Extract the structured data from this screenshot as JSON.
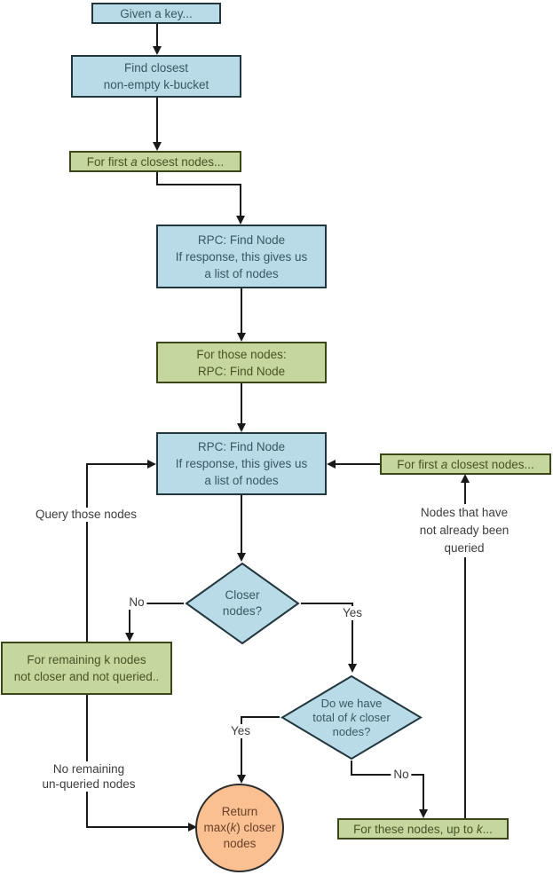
{
  "colors": {
    "blue_fill": "#b8dbe7",
    "green_fill": "#c5d79e",
    "orange_fill": "#fac091",
    "connector": "#1a1a1a"
  },
  "nodes": {
    "given_key": {
      "text": "Given a key..."
    },
    "find_bucket": {
      "line1": "Find closest",
      "line2": "non-empty k-bucket"
    },
    "for_first_top": {
      "pre": "For first ",
      "alpha": "a",
      "post": " closest nodes..."
    },
    "rpc1": {
      "line1": "RPC: Find Node",
      "line2": "If response, this gives us",
      "line3": "a list of nodes"
    },
    "for_those": {
      "line1": "For those nodes:",
      "line2": "RPC: Find Node"
    },
    "rpc2": {
      "line1": "RPC: Find Node",
      "line2": "If response, this gives us",
      "line3": "a list of nodes"
    },
    "for_first_right": {
      "pre": "For first ",
      "alpha": "a",
      "post": " closest nodes..."
    },
    "closer": {
      "line1": "Closer",
      "line2": "nodes?"
    },
    "for_remaining": {
      "line1": "For remaining k nodes",
      "line2": "not closer and not queried.."
    },
    "total_k": {
      "line1": "Do we have",
      "line2_pre": "total of ",
      "line2_k": "k",
      "line2_post": " closer",
      "line3": "nodes?"
    },
    "return_node": {
      "line1": "Return",
      "line2_pre": "max(",
      "line2_k": "k",
      "line2_post": ") closer",
      "line3": "nodes"
    },
    "for_these": {
      "pre": "For these nodes, up to ",
      "k": "k",
      "post": "..."
    }
  },
  "labels": {
    "query": "Query those nodes",
    "no_closer": "No",
    "yes_closer": "Yes",
    "yes_total": "Yes",
    "no_total": "No",
    "not_queried": {
      "line1": "Nodes that have",
      "line2": "not already been",
      "line3": "queried"
    },
    "no_remaining": {
      "line1": "No remaining",
      "line2": "un-queried nodes"
    }
  }
}
